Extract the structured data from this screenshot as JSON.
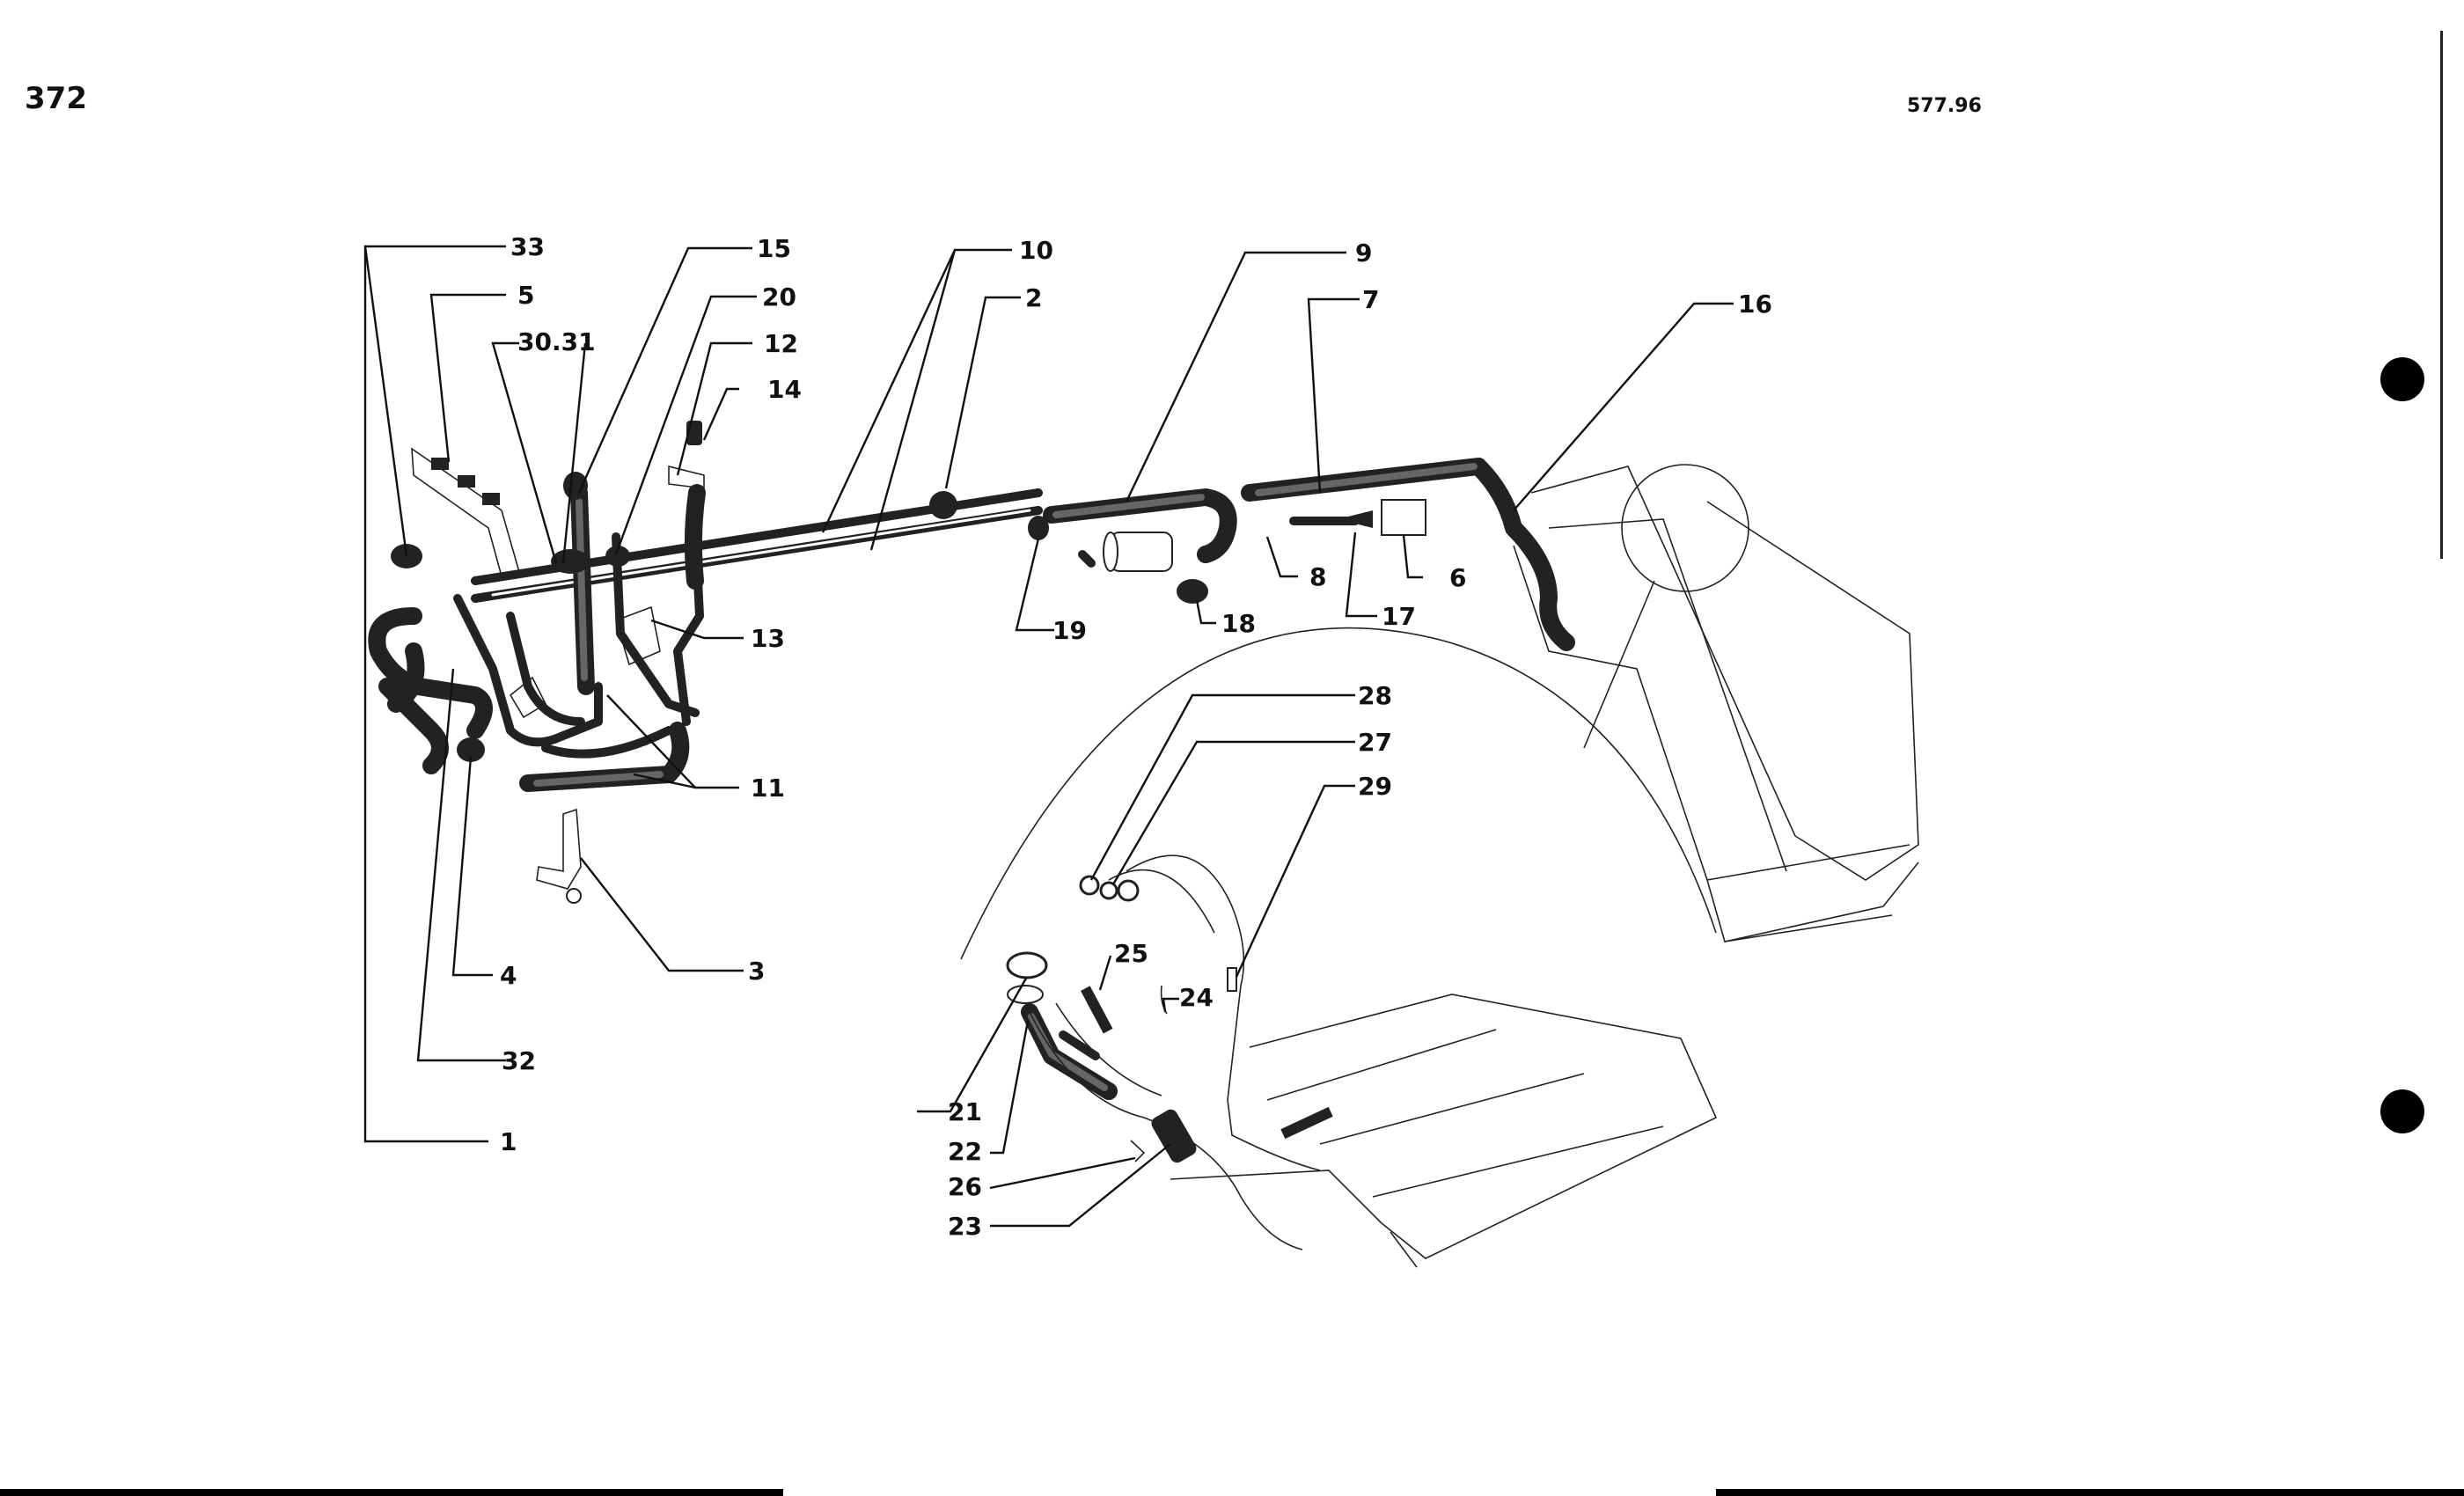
{
  "header": {
    "page_number": "372",
    "document_code": "577.96"
  },
  "callouts": [
    {
      "id": "c1",
      "text": "1"
    },
    {
      "id": "c2",
      "text": "2"
    },
    {
      "id": "c3",
      "text": "3"
    },
    {
      "id": "c4",
      "text": "4"
    },
    {
      "id": "c5",
      "text": "5"
    },
    {
      "id": "c6",
      "text": "6"
    },
    {
      "id": "c7",
      "text": "7"
    },
    {
      "id": "c8",
      "text": "8"
    },
    {
      "id": "c9",
      "text": "9"
    },
    {
      "id": "c10",
      "text": "10"
    },
    {
      "id": "c11",
      "text": "11"
    },
    {
      "id": "c12",
      "text": "12"
    },
    {
      "id": "c13",
      "text": "13"
    },
    {
      "id": "c14",
      "text": "14"
    },
    {
      "id": "c15",
      "text": "15"
    },
    {
      "id": "c16",
      "text": "16"
    },
    {
      "id": "c17",
      "text": "17"
    },
    {
      "id": "c18",
      "text": "18"
    },
    {
      "id": "c19",
      "text": "19"
    },
    {
      "id": "c20",
      "text": "20"
    },
    {
      "id": "c21",
      "text": "21"
    },
    {
      "id": "c22",
      "text": "22"
    },
    {
      "id": "c23",
      "text": "23"
    },
    {
      "id": "c24",
      "text": "24"
    },
    {
      "id": "c25",
      "text": "25"
    },
    {
      "id": "c26",
      "text": "26"
    },
    {
      "id": "c27",
      "text": "27"
    },
    {
      "id": "c28",
      "text": "28"
    },
    {
      "id": "c29",
      "text": "29"
    },
    {
      "id": "c3031",
      "text": "30.31"
    },
    {
      "id": "c32",
      "text": "32"
    },
    {
      "id": "c33",
      "text": "33"
    }
  ]
}
